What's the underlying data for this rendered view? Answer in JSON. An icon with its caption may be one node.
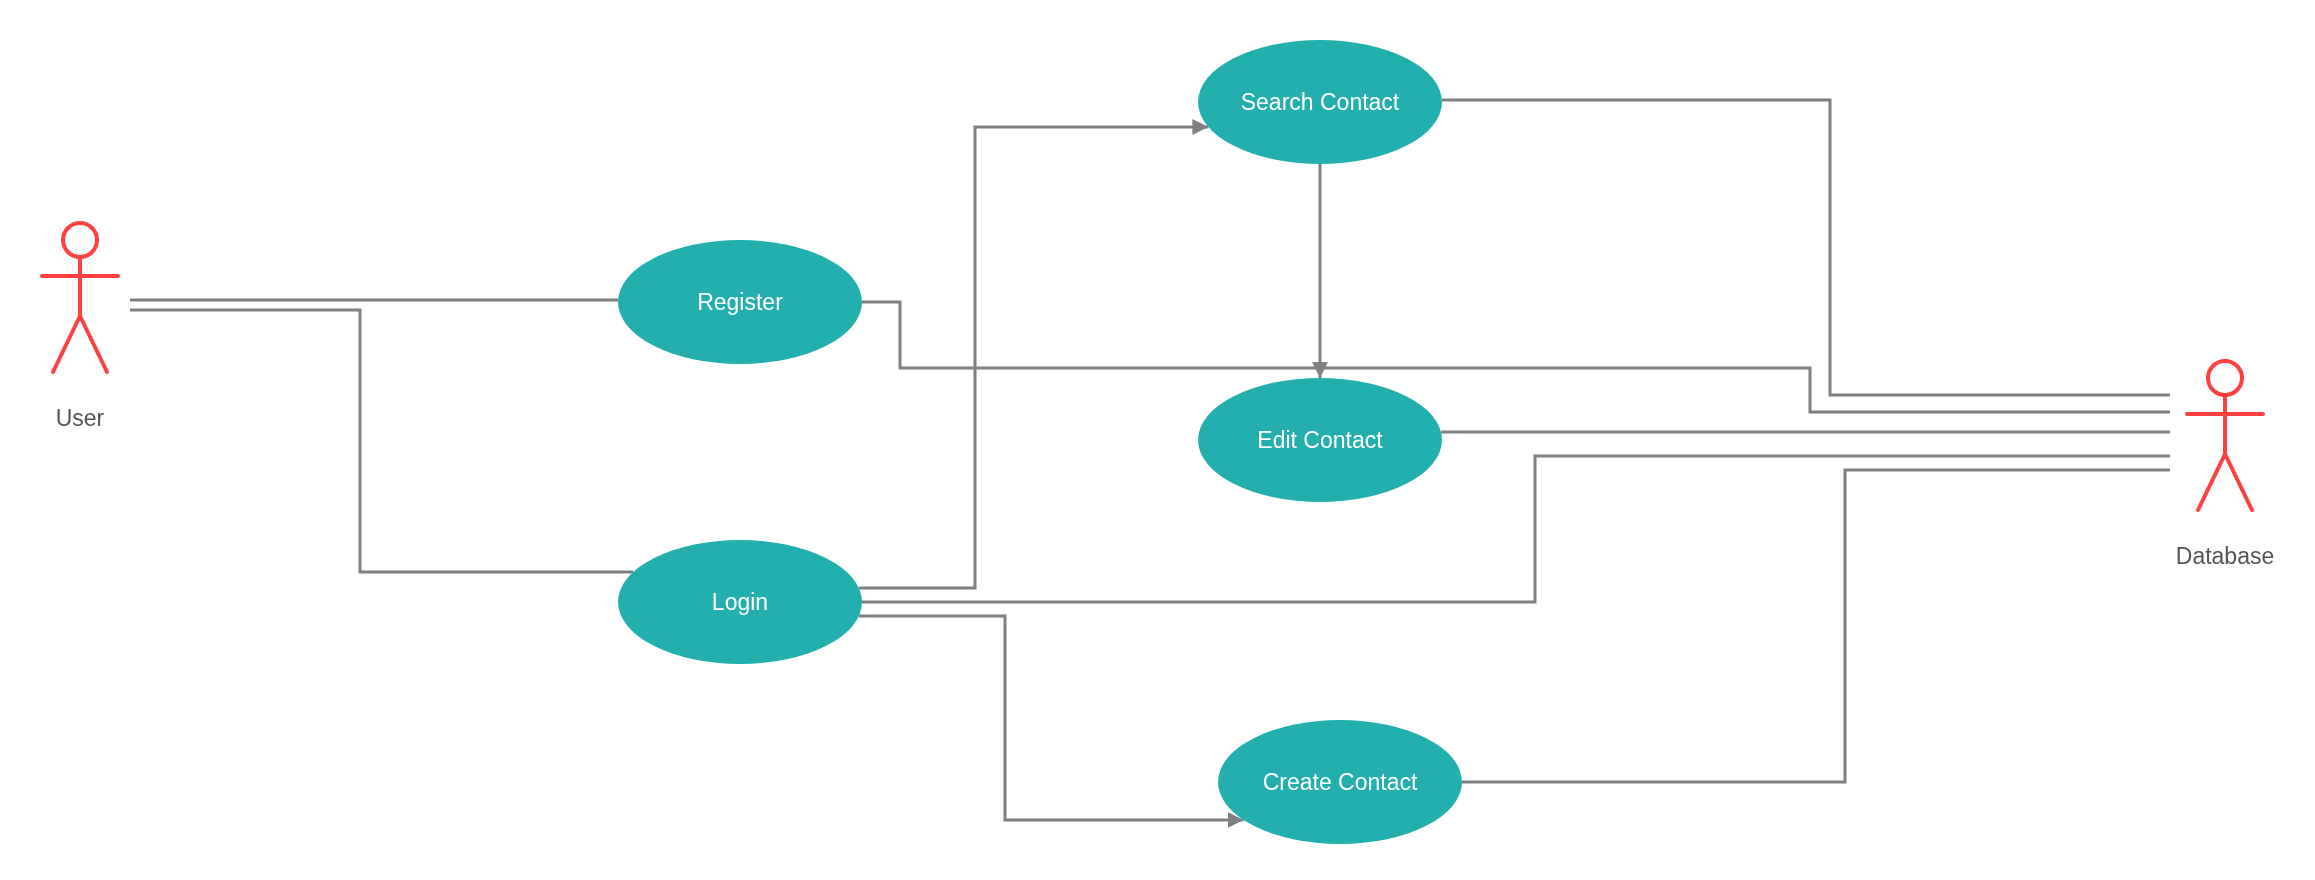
{
  "diagram": {
    "nodes": [
      {
        "text": [
          "User"
        ]
      },
      {
        "text": [
          "Register"
        ]
      },
      {
        "text": [
          "Login"
        ]
      },
      {
        "text": [
          "Search Contact"
        ]
      },
      {
        "text": [
          "Edit Contact"
        ]
      },
      {
        "text": [
          "Create Contact"
        ]
      },
      {
        "text": [
          "Database"
        ]
      }
    ],
    "edges": [
      {
        "from": 0,
        "to": 1,
        "arrow": "none"
      },
      {
        "from": 0,
        "to": 2,
        "arrow": "none"
      },
      {
        "from": 1,
        "to": 6,
        "arrow": "none"
      },
      {
        "from": 2,
        "to": 3,
        "arrow": "to"
      },
      {
        "from": 2,
        "to": 6,
        "arrow": "none"
      },
      {
        "from": 2,
        "to": 5,
        "arrow": "to"
      },
      {
        "from": 3,
        "to": 4,
        "arrow": "to"
      },
      {
        "from": 3,
        "to": 6,
        "arrow": "none"
      },
      {
        "from": 4,
        "to": 6,
        "arrow": "none"
      },
      {
        "from": 5,
        "to": 6,
        "arrow": "none"
      }
    ]
  }
}
